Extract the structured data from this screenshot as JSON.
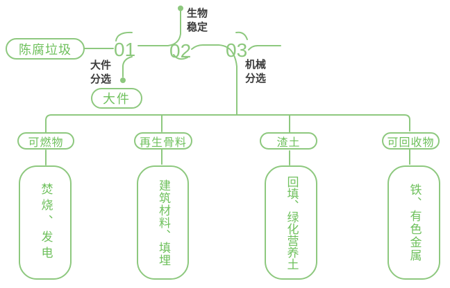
{
  "colors": {
    "line_green": "#8dc87e",
    "text_green": "#6ec05c",
    "dark_text": "#3b3b3b"
  },
  "source": {
    "label": "陈腐垃圾"
  },
  "steps": [
    {
      "number": "01",
      "process": "大件\n分选",
      "output": "大件"
    },
    {
      "number": "02",
      "process": "生物\n稳定"
    },
    {
      "number": "03",
      "process": "机械\n分选"
    }
  ],
  "branches": [
    {
      "category": "可燃物",
      "use": "焚烧、发电"
    },
    {
      "category": "再生骨料",
      "use": "建筑材料、填埋"
    },
    {
      "category": "渣土",
      "use": "回填、绿化营养土"
    },
    {
      "category": "可回收物",
      "use": "铁、有色金属"
    }
  ]
}
